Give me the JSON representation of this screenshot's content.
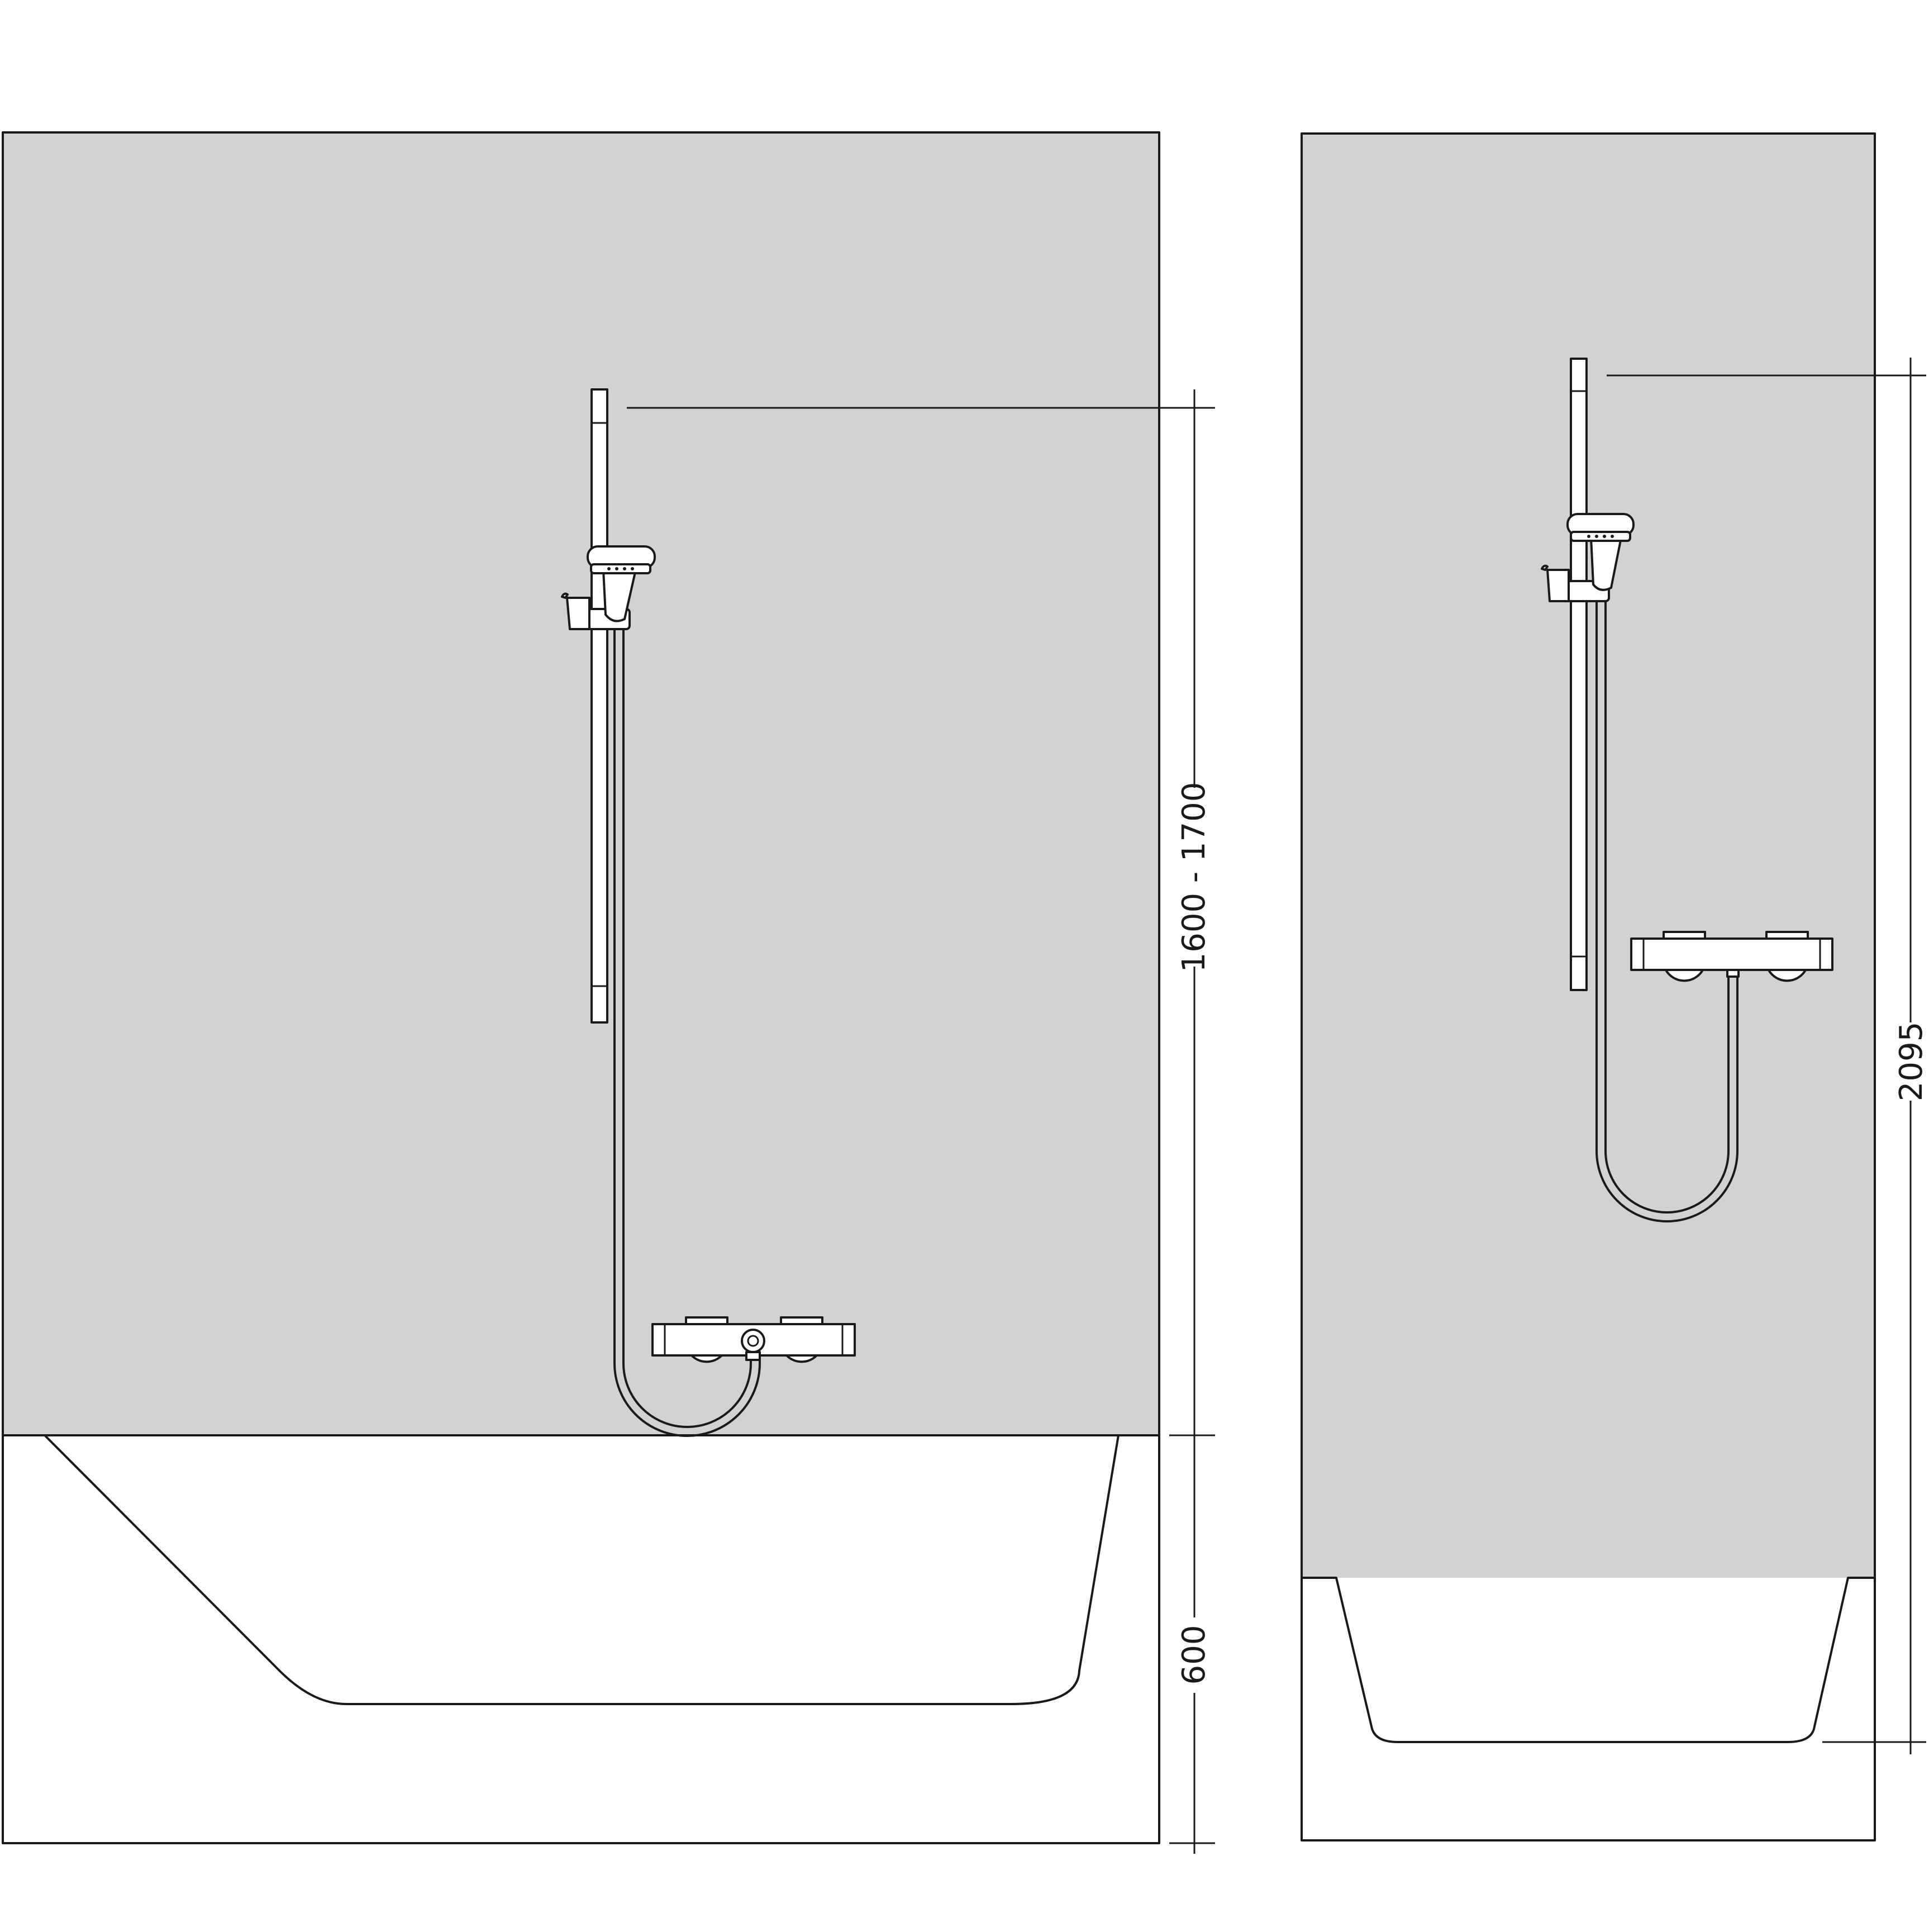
{
  "colors": {
    "wall": "#d1d2d4",
    "line": "#1a1a1a",
    "fixture": "#ffffff",
    "background": "#ffffff"
  },
  "left_view": {
    "dim_upper": "1600 - 1700",
    "dim_lower": "600"
  },
  "right_view": {
    "dim_total": "2095"
  }
}
